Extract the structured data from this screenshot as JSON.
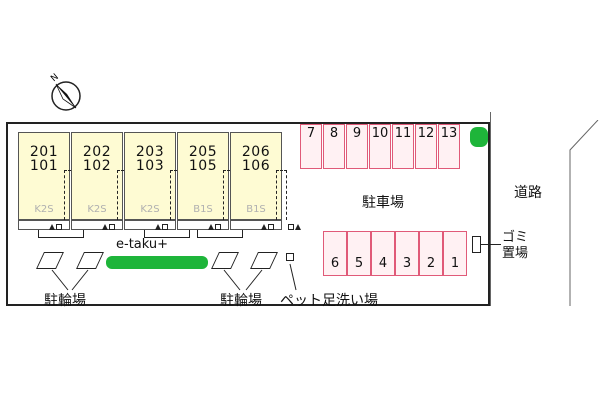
{
  "units": [
    {
      "upper": "201",
      "lower": "101",
      "type": "K2S"
    },
    {
      "upper": "202",
      "lower": "102",
      "type": "K2S"
    },
    {
      "upper": "203",
      "lower": "103",
      "type": "K2S"
    },
    {
      "upper": "205",
      "lower": "105",
      "type": "B1S"
    },
    {
      "upper": "206",
      "lower": "106",
      "type": "B1S"
    }
  ],
  "parking_top": [
    "7",
    "8",
    "9",
    "10",
    "11",
    "12",
    "13"
  ],
  "parking_bottom": [
    "6",
    "5",
    "4",
    "3",
    "2",
    "1"
  ],
  "labels": {
    "parking_lot": "駐車場",
    "road": "道路",
    "garbage": "ゴミ置場",
    "bike_parking_left": "駐輪場",
    "bike_parking_right": "駐輪場",
    "pet_wash": "ペット足洗い場",
    "service": "e-taku+"
  },
  "compass": {
    "north": "N"
  },
  "colors": {
    "unit_fill": "#fefbd3",
    "parking_fill": "#fff1f3",
    "parking_border": "#e05a78",
    "green": "#1eb53a"
  }
}
